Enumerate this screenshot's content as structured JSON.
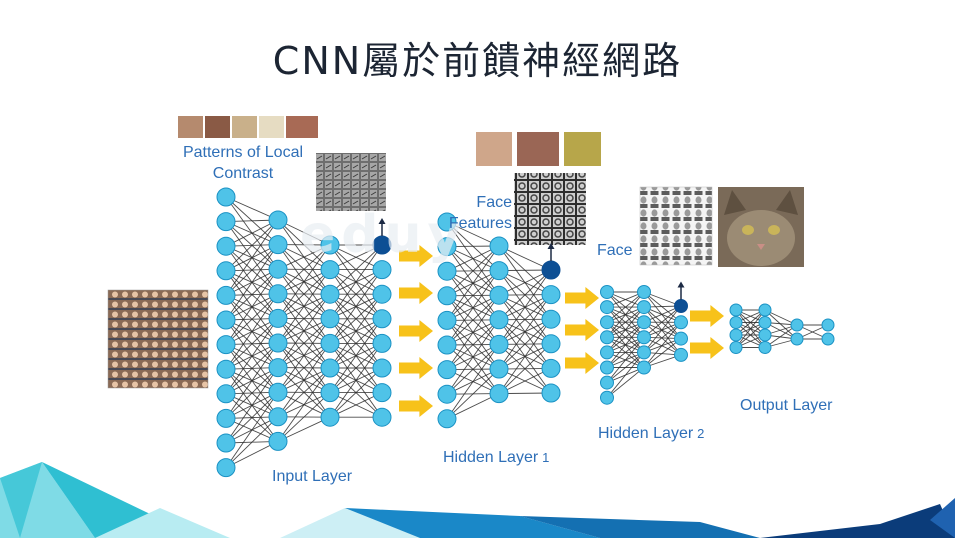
{
  "slide": {
    "title": "CNN屬於前饋神經網路",
    "watermark": "eduy"
  },
  "labels": {
    "patterns": [
      "Patterns of Local",
      "Contrast"
    ],
    "face_features": [
      "Face",
      "Features"
    ],
    "face": "Face",
    "input_layer": "Input Layer",
    "hidden_layer_1": "Hidden Layer",
    "hidden_layer_1_index": "1",
    "hidden_layer_2": "Hidden Layer",
    "hidden_layer_2_index": "2",
    "output_layer": "Output Layer"
  },
  "colors": {
    "node": "#4fc3e8",
    "node_stroke": "#1b92c4",
    "highlight_node": "#0d4f94",
    "arrow": "#f7c21a",
    "label": "#2f6fb7",
    "edge": "#2b2b2b"
  },
  "images": [
    "face-grid-thumbnail",
    "local-contrast-patches",
    "filter-grid-1",
    "face-feature-patches",
    "filter-grid-2",
    "face-portrait-grid",
    "cat-photo"
  ]
}
